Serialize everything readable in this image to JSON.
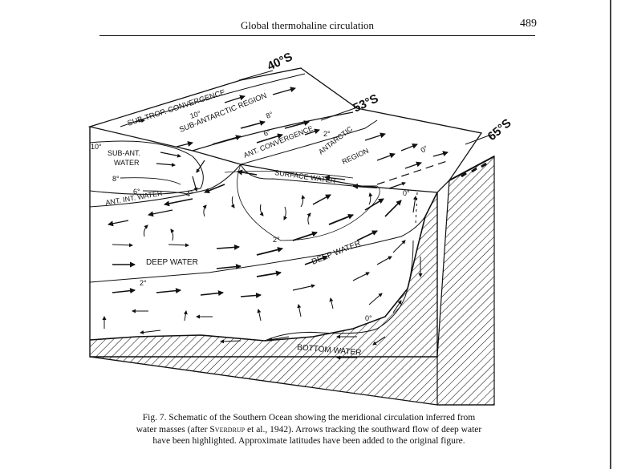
{
  "header": {
    "title": "Global thermohaline circulation",
    "page_number": "489"
  },
  "figure": {
    "latitudes": [
      "40°S",
      "53°S",
      "65°S"
    ],
    "labels": {
      "subtrop_convergence": "SUB-TROP. CONVERGENCE",
      "subantarctic_region": "SUB-ANTARCTIC REGION",
      "ant_convergence": "ANT. CONVERGENCE",
      "antarctic": "ANTARCTIC",
      "region": "REGION",
      "surface_water": "SURFACE WATER",
      "sub_ant": "SUB-ANT.",
      "water": "WATER",
      "ant_int_water": "ANT. INT. WATER",
      "deep_water_left": "DEEP WATER",
      "deep_water_right": "DEEP WATER",
      "bottom_water": "BOTTOM WATER"
    },
    "isotherms": {
      "t10_top": "10°",
      "t8_top": "8°",
      "t6_top": "6°",
      "t2_top": "2°",
      "t0_top": "0°",
      "t10_side": "10°",
      "t8_side": "8°",
      "t6_side": "6°",
      "t4_side": "4°",
      "t2_mid": "2°",
      "t2_left": "2°",
      "t0_right": "0°",
      "t0_bottom": "0°"
    }
  },
  "caption": {
    "line1": "Fig. 7.   Schematic of the Southern Ocean showing the meridional circulation inferred from",
    "line2_pre": "water masses (after ",
    "line2_author": "Sverdrup",
    "line2_post": " et al., 1942). Arrows tracking the southward flow of deep water",
    "line3": "have been highlighted. Approximate latitudes have been added to the original figure."
  }
}
